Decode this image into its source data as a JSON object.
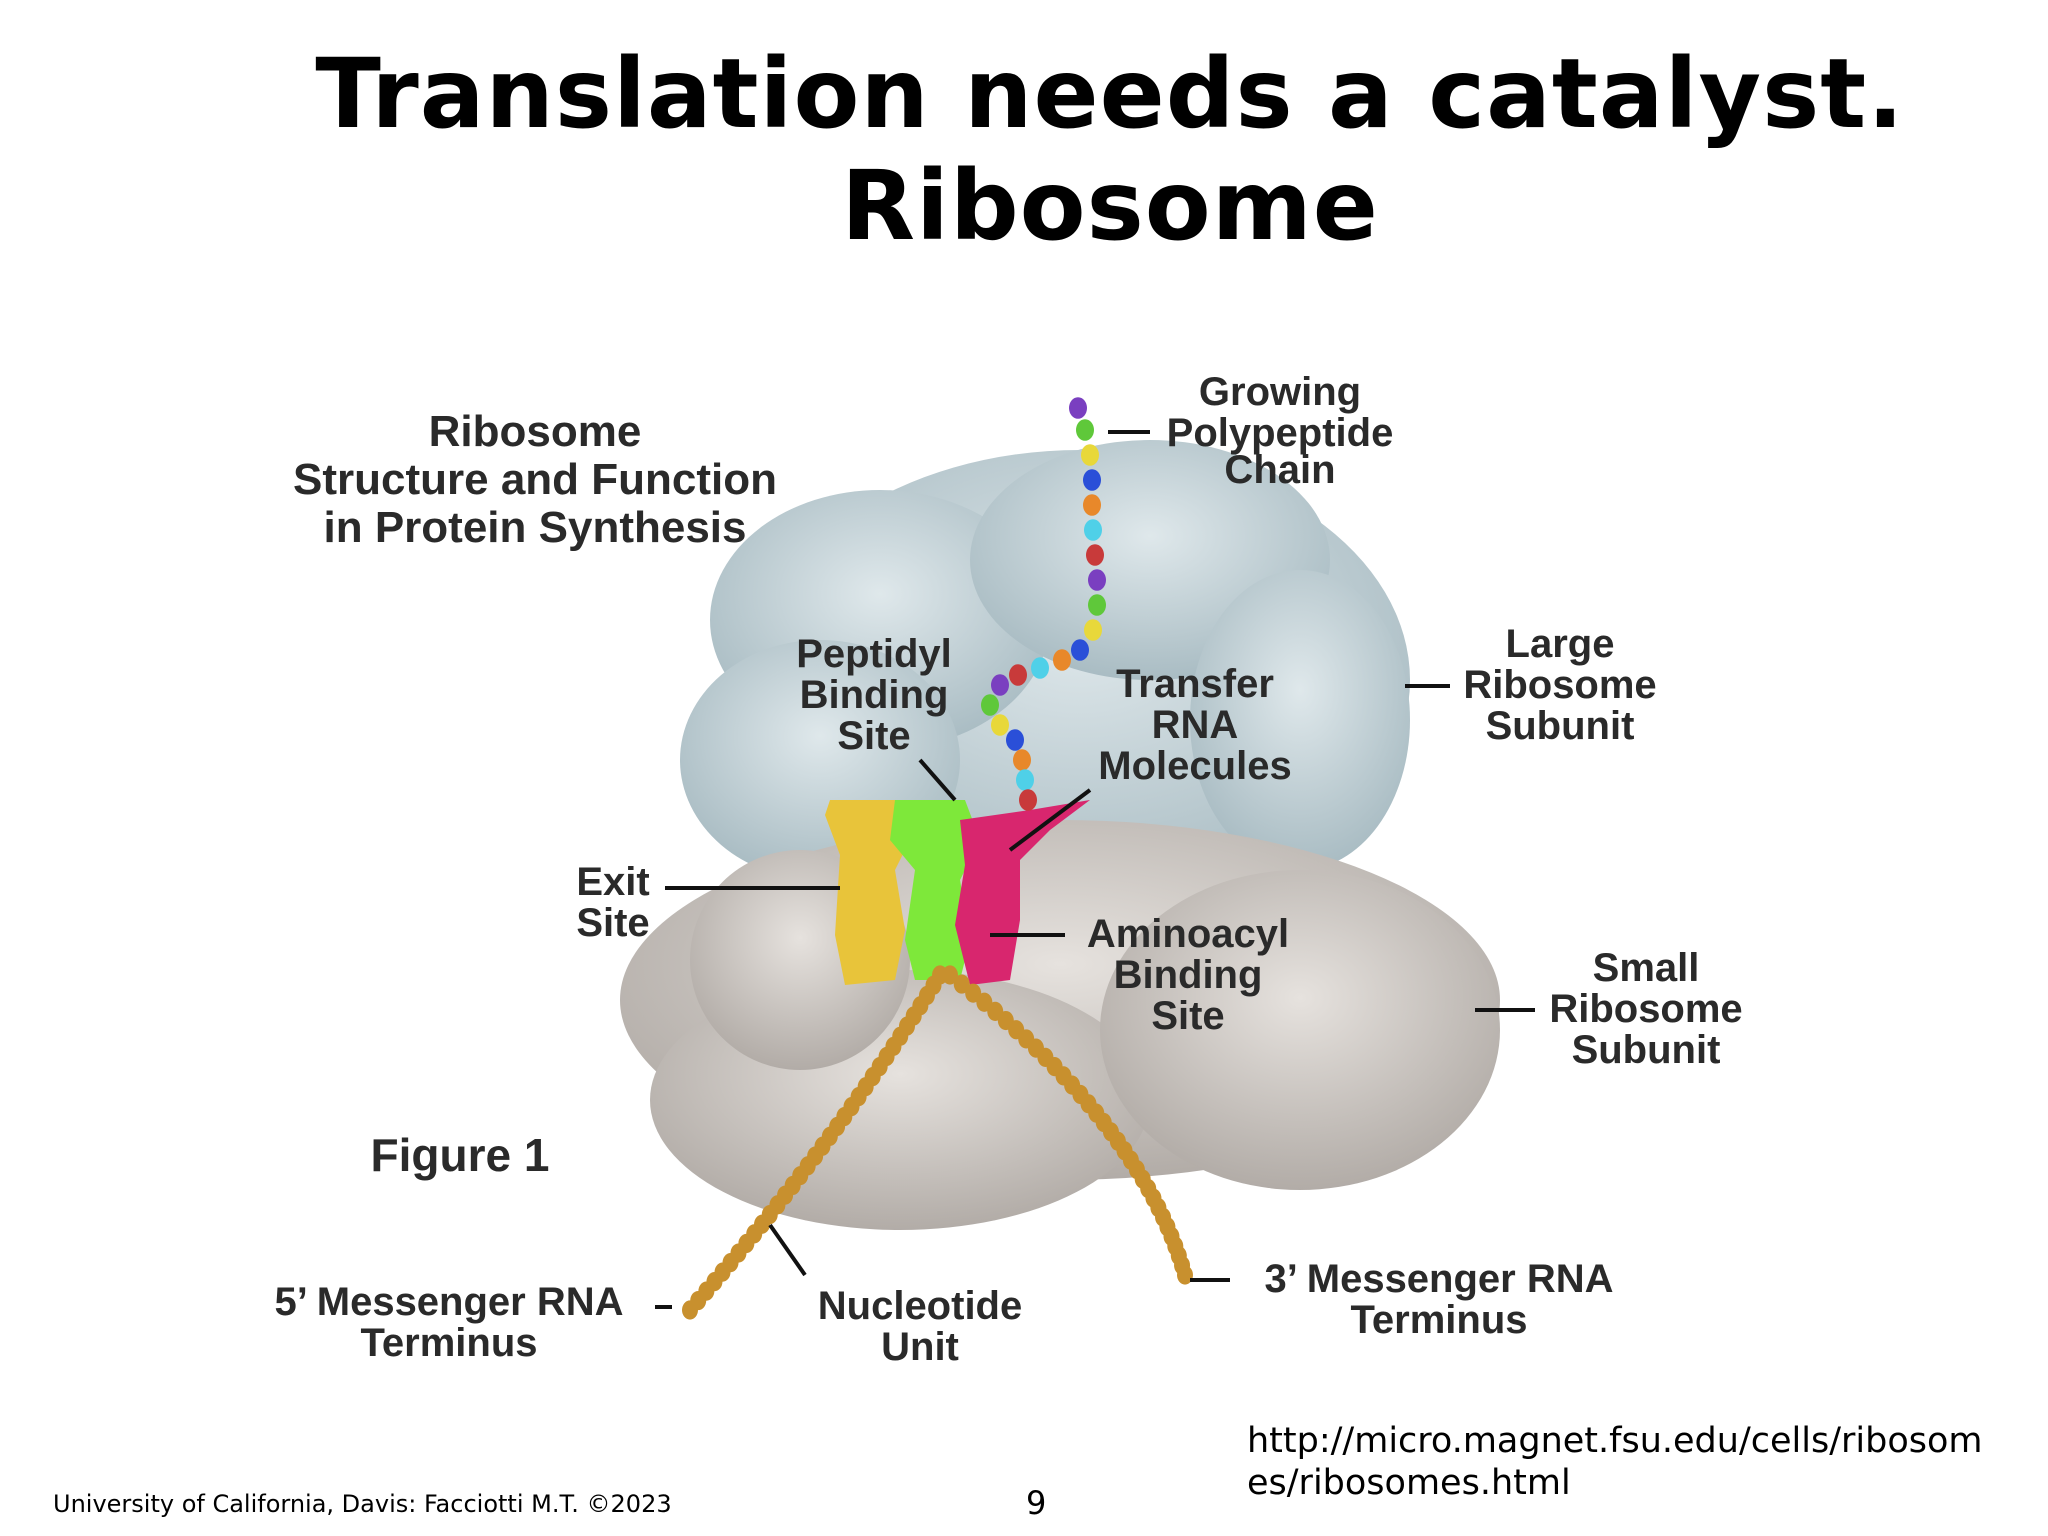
{
  "slide": {
    "title_line1": "Translation needs a catalyst.",
    "title_line2": "Ribosome"
  },
  "figure": {
    "heading": [
      "Ribosome",
      "Structure and Function",
      "in Protein Synthesis"
    ],
    "figure_label": "Figure 1",
    "labels": {
      "polypeptide": [
        "Growing",
        "Polypeptide",
        "Chain"
      ],
      "peptidyl": [
        "Peptidyl",
        "Binding",
        "Site"
      ],
      "trna": [
        "Transfer",
        "RNA",
        "Molecules"
      ],
      "large": [
        "Large",
        "Ribosome",
        "Subunit"
      ],
      "exit": [
        "Exit",
        "Site"
      ],
      "aminoacyl": [
        "Aminoacyl",
        "Binding",
        "Site"
      ],
      "small": [
        "Small",
        "Ribosome",
        "Subunit"
      ],
      "mrna5": [
        "5’ Messenger RNA",
        "Terminus"
      ],
      "nucleotide": [
        "Nucleotide",
        "Unit"
      ],
      "mrna3": [
        "3’ Messenger RNA",
        "Terminus"
      ]
    },
    "colors": {
      "large_subunit": "#c5d3d8",
      "small_subunit": "#cfcac6",
      "exit_trna": "#e8c43a",
      "p_trna": "#7ee83a",
      "a_trna": "#d8266e",
      "mrna": "#c8902e"
    }
  },
  "footer": {
    "credit": "University of California, Davis: Facciotti M.T.  ©2023",
    "page_number": "9",
    "source_url_line1": "http://micro.magnet.fsu.edu/cells/ribosom",
    "source_url_line2": "es/ribosomes.html"
  }
}
